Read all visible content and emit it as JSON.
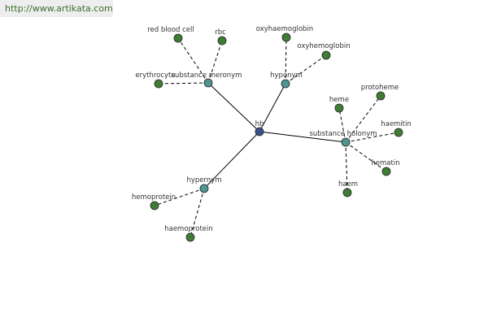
{
  "watermark": "http://www.artikata.com",
  "colors": {
    "root_node": "#3c4e8c",
    "relation_node": "#4f9590",
    "leaf_node": "#3f7d35",
    "node_stroke": "#222222",
    "edge": "#000000"
  },
  "graph": {
    "root": {
      "id": "hb",
      "label": "hb"
    },
    "relations": [
      {
        "id": "substance-meronym",
        "label": "substance meronym"
      },
      {
        "id": "hyponym",
        "label": "hyponym"
      },
      {
        "id": "substance-holonym",
        "label": "substance holonym"
      },
      {
        "id": "hypernym",
        "label": "hypernym"
      }
    ],
    "leaves": [
      {
        "id": "red-blood-cell",
        "label": "red blood cell",
        "parent": "substance-meronym"
      },
      {
        "id": "rbc",
        "label": "rbc",
        "parent": "substance-meronym"
      },
      {
        "id": "erythrocyte",
        "label": "erythrocyte",
        "parent": "substance-meronym"
      },
      {
        "id": "oxyhaemoglobin",
        "label": "oxyhaemoglobin",
        "parent": "hyponym"
      },
      {
        "id": "oxyhemoglobin",
        "label": "oxyhemoglobin",
        "parent": "hyponym"
      },
      {
        "id": "heme",
        "label": "heme",
        "parent": "substance-holonym"
      },
      {
        "id": "protoheme",
        "label": "protoheme",
        "parent": "substance-holonym"
      },
      {
        "id": "haemitin",
        "label": "haemitin",
        "parent": "substance-holonym"
      },
      {
        "id": "hematin",
        "label": "hematin",
        "parent": "substance-holonym"
      },
      {
        "id": "haem",
        "label": "haem",
        "parent": "substance-holonym"
      },
      {
        "id": "hemoprotein",
        "label": "hemoprotein",
        "parent": "hypernym"
      },
      {
        "id": "haemoprotein",
        "label": "haemoprotein",
        "parent": "hypernym"
      }
    ]
  }
}
